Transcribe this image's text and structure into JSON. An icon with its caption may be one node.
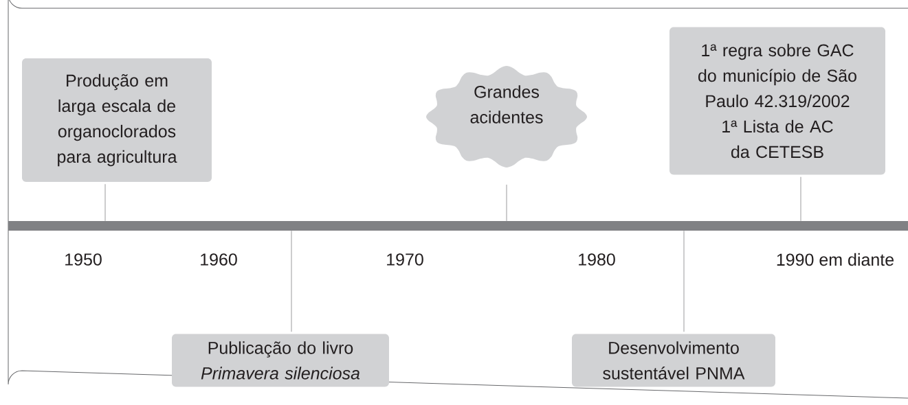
{
  "diagram": {
    "nodes": [
      {
        "text": [
          "Produção em larga escala de organoclorados para agricultura"
        ]
      },
      {
        "text": [
          "Publicação do livro *Primavera silenciosa*"
        ]
      },
      {
        "text": [
          "Grandes acidentes"
        ]
      },
      {
        "text": [
          "Desenvolvimento sustentável PNMA"
        ]
      },
      {
        "text": [
          "1ª regra sobre GAC do município de São Paulo 42.319/2002",
          "1ª Lista de AC da CETESB"
        ]
      },
      {
        "text": [],
        "shape": "bar"
      }
    ],
    "edges": [
      {
        "from": 0,
        "to": 5,
        "arrow": "none"
      },
      {
        "from": 1,
        "to": 5,
        "arrow": "none"
      },
      {
        "from": 2,
        "to": 5,
        "arrow": "none"
      },
      {
        "from": 3,
        "to": 5,
        "arrow": "none"
      },
      {
        "from": 4,
        "to": 5,
        "arrow": "none"
      }
    ],
    "labels": [
      "1950",
      "1960",
      "1970",
      "1980",
      "1990 em diante"
    ]
  }
}
